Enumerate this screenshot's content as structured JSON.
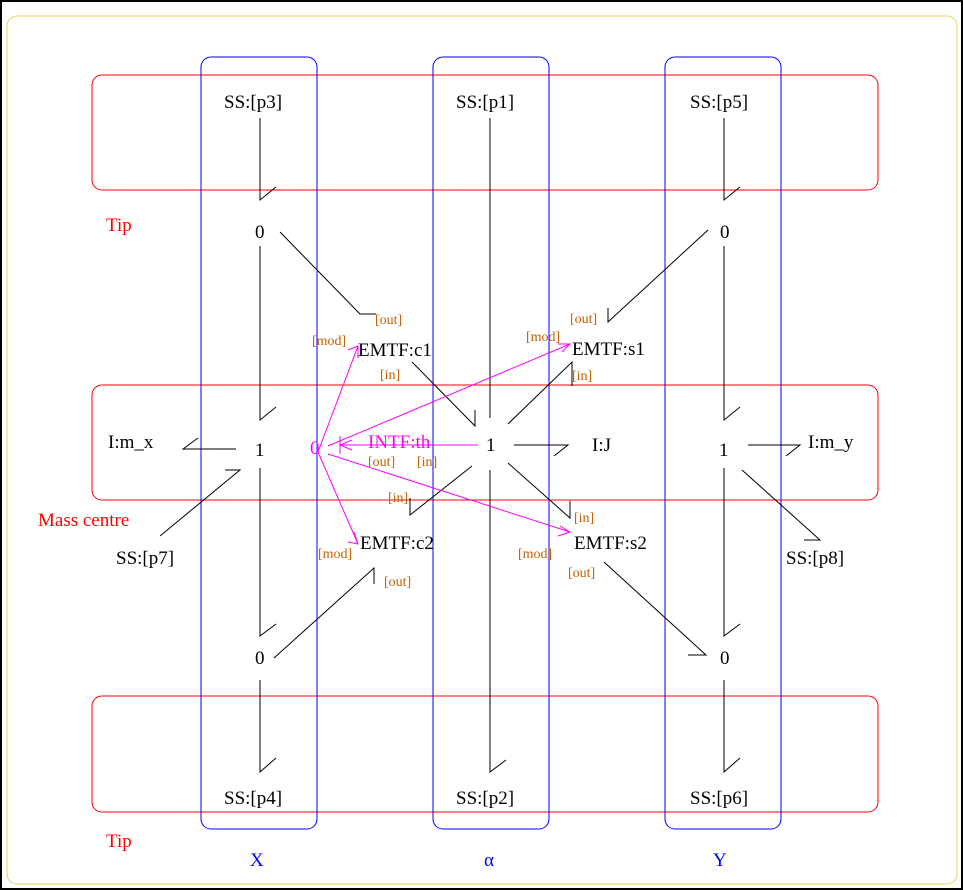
{
  "colors": {
    "frame": "#000000",
    "panel_border": "#e8d060",
    "region_border": "#ff0000",
    "column_border": "#0000ff",
    "bond": "#000000",
    "modulation": "#ff00ff",
    "port_label": "#c06000"
  },
  "regions": {
    "tip_top": "Tip",
    "mass_centre": "Mass centre",
    "tip_bottom": "Tip"
  },
  "columns": {
    "x": "X",
    "alpha": "α",
    "y": "Y"
  },
  "sources": {
    "p1": "SS:[p1]",
    "p2": "SS:[p2]",
    "p3": "SS:[p3]",
    "p4": "SS:[p4]",
    "p5": "SS:[p5]",
    "p6": "SS:[p6]",
    "p7": "SS:[p7]",
    "p8": "SS:[p8]"
  },
  "junctions": {
    "zero_top_left": "0",
    "zero_top_right": "0",
    "zero_bottom_left": "0",
    "zero_bottom_right": "0",
    "one_x": "1",
    "one_alpha": "1",
    "one_y": "1",
    "zero_th": "0"
  },
  "inertias": {
    "m_x": "I:m_x",
    "j": "I:J",
    "m_y": "I:m_y"
  },
  "transformers": {
    "c1": "EMTF:c1",
    "s1": "EMTF:s1",
    "c2": "EMTF:c2",
    "s2": "EMTF:s2"
  },
  "integrator": "INTF:th",
  "ports": {
    "c1_out": "[out]",
    "c1_mod": "[mod]",
    "c1_in": "[in]",
    "s1_out": "[out]",
    "s1_mod": "[mod]",
    "s1_in": "[in]",
    "th_out": "[out]",
    "th_in": "[in]",
    "c2_in": "[in]",
    "c2_mod": "[mod]",
    "c2_out": "[out]",
    "s2_in": "[in]",
    "s2_mod": "[mod]",
    "s2_out": "[out]"
  }
}
